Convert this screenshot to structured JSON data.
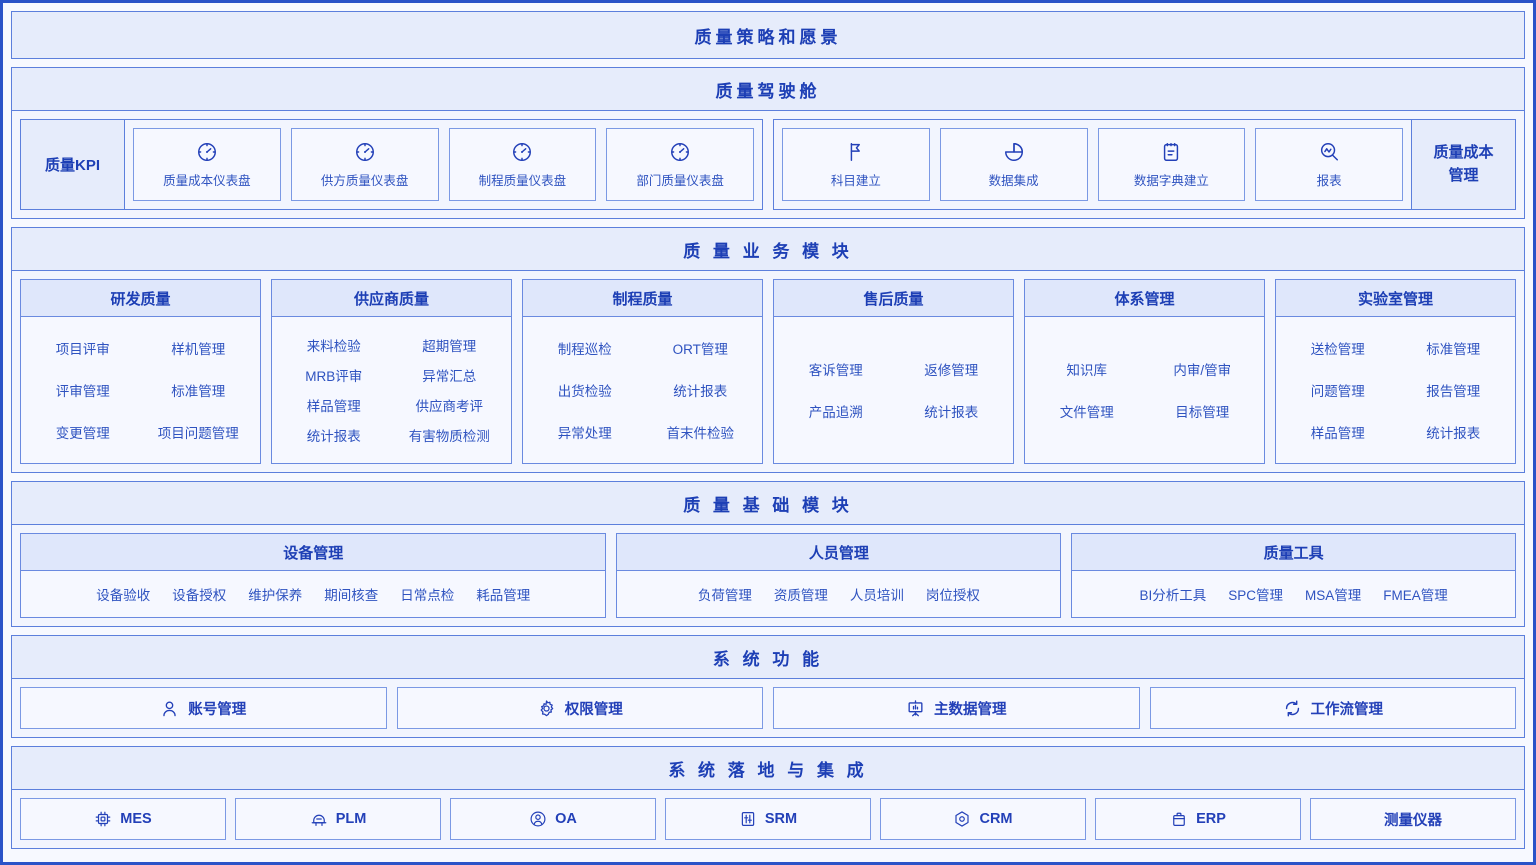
{
  "strategy": {
    "title": "质量策略和愿景"
  },
  "cockpit": {
    "title": "质量驾驶舱",
    "kpi_label": "质量KPI",
    "cost_label": "质量成本\n管理",
    "cost_label_line1": "质量成本",
    "cost_label_line2": "管理",
    "left_cards": [
      {
        "label": "质量成本仪表盘",
        "icon": "gauge-icon"
      },
      {
        "label": "供方质量仪表盘",
        "icon": "gauge-icon"
      },
      {
        "label": "制程质量仪表盘",
        "icon": "gauge-icon"
      },
      {
        "label": "部门质量仪表盘",
        "icon": "gauge-icon"
      }
    ],
    "right_cards": [
      {
        "label": "科目建立",
        "icon": "flag-icon"
      },
      {
        "label": "数据集成",
        "icon": "pie-chart-icon"
      },
      {
        "label": "数据字典建立",
        "icon": "clipboard-icon"
      },
      {
        "label": "报表",
        "icon": "analysis-search-icon"
      }
    ]
  },
  "business": {
    "title": "质 量 业 务 模 块",
    "cards": [
      {
        "title": "研发质量",
        "rows": [
          [
            "项目评审",
            "样机管理"
          ],
          [
            "评审管理",
            "标准管理"
          ],
          [
            "变更管理",
            "项目问题管理"
          ]
        ]
      },
      {
        "title": "供应商质量",
        "rows": [
          [
            "来料检验",
            "超期管理"
          ],
          [
            "MRB评审",
            "异常汇总"
          ],
          [
            "样品管理",
            "供应商考评"
          ],
          [
            "统计报表",
            "有害物质检测"
          ]
        ]
      },
      {
        "title": "制程质量",
        "rows": [
          [
            "制程巡检",
            "ORT管理"
          ],
          [
            "出货检验",
            "统计报表"
          ],
          [
            "异常处理",
            "首末件检验"
          ]
        ]
      },
      {
        "title": "售后质量",
        "rows": [
          [
            "客诉管理",
            "返修管理"
          ],
          [
            "产品追溯",
            "统计报表"
          ]
        ]
      },
      {
        "title": "体系管理",
        "rows": [
          [
            "知识库",
            "内审/管审"
          ],
          [
            "文件管理",
            "目标管理"
          ]
        ]
      },
      {
        "title": "实验室管理",
        "rows": [
          [
            "送检管理",
            "标准管理"
          ],
          [
            "问题管理",
            "报告管理"
          ],
          [
            "样品管理",
            "统计报表"
          ]
        ]
      }
    ]
  },
  "foundation": {
    "title": "质 量 基 础 模 块",
    "cards": [
      {
        "title": "设备管理",
        "items": [
          "设备验收",
          "设备授权",
          "维护保养",
          "期间核查",
          "日常点检",
          "耗品管理"
        ]
      },
      {
        "title": "人员管理",
        "items": [
          "负荷管理",
          "资质管理",
          "人员培训",
          "岗位授权"
        ]
      },
      {
        "title": "质量工具",
        "items": [
          "BI分析工具",
          "SPC管理",
          "MSA管理",
          "FMEA管理"
        ]
      }
    ]
  },
  "sysfunc": {
    "title": "系 统 功 能",
    "cards": [
      {
        "label": "账号管理",
        "icon": "user-icon"
      },
      {
        "label": "权限管理",
        "icon": "gear-icon"
      },
      {
        "label": "主数据管理",
        "icon": "presentation-icon"
      },
      {
        "label": "工作流管理",
        "icon": "refresh-icon"
      }
    ]
  },
  "integration": {
    "title": "系 统 落 地 与 集 成",
    "cards": [
      {
        "label": "MES",
        "icon": "chip-icon"
      },
      {
        "label": "PLM",
        "icon": "device-icon"
      },
      {
        "label": "OA",
        "icon": "user-circle-icon"
      },
      {
        "label": "SRM",
        "icon": "sliders-icon"
      },
      {
        "label": "CRM",
        "icon": "target-hex-icon"
      },
      {
        "label": "ERP",
        "icon": "box-icon"
      },
      {
        "label": "测量仪器",
        "icon": "none"
      }
    ]
  },
  "colors": {
    "accent": "#1d3fb5",
    "border": "#5c7fdc",
    "band_bg": "#e6ecfb",
    "card_bg": "#f6f8ff",
    "page_bg": "#f7f9ff"
  }
}
